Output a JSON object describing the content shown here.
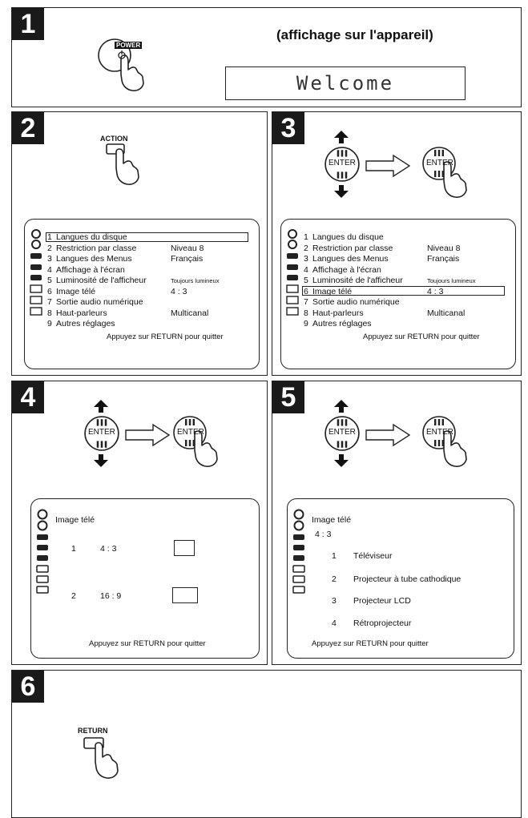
{
  "steps": [
    "1",
    "2",
    "3",
    "4",
    "5",
    "6"
  ],
  "step1": {
    "button_label": "POWER",
    "caption": "(affichage sur l'appareil)",
    "display_text": "Welcome"
  },
  "buttons": {
    "action": "ACTION",
    "enter": "ENTER",
    "return": "RETURN"
  },
  "menu": {
    "items": [
      {
        "n": "1",
        "label": "Langues du disque",
        "value": ""
      },
      {
        "n": "2",
        "label": "Restriction par classe",
        "value": "Niveau  8"
      },
      {
        "n": "3",
        "label": "Langues des Menus",
        "value": "Français"
      },
      {
        "n": "4",
        "label": "Affichage à l'écran",
        "value": ""
      },
      {
        "n": "5",
        "label": "Luminosité de l'afficheur",
        "value": "Toujours lumineux"
      },
      {
        "n": "6",
        "label": "Image télé",
        "value": "4 : 3"
      },
      {
        "n": "7",
        "label": "Sortie audio numérique",
        "value": ""
      },
      {
        "n": "8",
        "label": "Haut-parleurs",
        "value": "Multicanal"
      },
      {
        "n": "9",
        "label": "Autres réglages",
        "value": ""
      }
    ],
    "footer": "Appuyez sur RETURN pour quitter"
  },
  "step4": {
    "title": "Image télé",
    "options": [
      {
        "n": "1",
        "label": "4 : 3"
      },
      {
        "n": "2",
        "label": "16 : 9"
      }
    ],
    "footer": "Appuyez sur RETURN pour quitter"
  },
  "step5": {
    "title": "Image télé",
    "current": "4 : 3",
    "options": [
      {
        "n": "1",
        "label": "Téléviseur"
      },
      {
        "n": "2",
        "label": "Projecteur à tube cathodique"
      },
      {
        "n": "3",
        "label": "Projecteur LCD"
      },
      {
        "n": "4",
        "label": "Rétroprojecteur"
      }
    ],
    "footer": "Appuyez sur RETURN pour quitter"
  }
}
